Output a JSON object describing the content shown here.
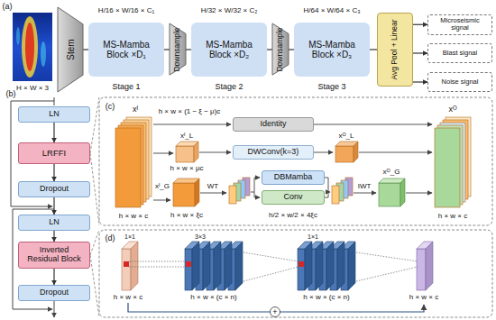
{
  "diagram": {
    "nodes": [
      {
        "text": [
          "Stem"
        ]
      },
      {
        "text": [
          "MS-Mamba Block ×D₁"
        ]
      },
      {
        "text": [
          "Downsample"
        ]
      },
      {
        "text": [
          "MS-Mamba Block ×D₂"
        ]
      },
      {
        "text": [
          "Downsample"
        ]
      },
      {
        "text": [
          "MS-Mamba Block ×D₃"
        ]
      },
      {
        "text": [
          "Avg Pool + Linear"
        ]
      },
      {
        "text": [
          "Microseismic signal"
        ]
      },
      {
        "text": [
          "Blast signal"
        ]
      },
      {
        "text": [
          "Noise signal"
        ]
      },
      {
        "text": [
          "LN"
        ]
      },
      {
        "text": [
          "LRFFI"
        ]
      },
      {
        "text": [
          "Dropout"
        ]
      },
      {
        "text": [
          "LN"
        ]
      },
      {
        "text": [
          "Inverted Residual Block"
        ]
      },
      {
        "text": [
          "Dropout"
        ]
      },
      {
        "text": [
          "Identity"
        ]
      },
      {
        "text": [
          "DWConv(k=3)"
        ]
      },
      {
        "text": [
          "DBMamba"
        ]
      },
      {
        "text": [
          "Conv"
        ]
      }
    ],
    "edges": [
      {
        "from": 0,
        "to": 1,
        "arrow": "none"
      },
      {
        "from": 1,
        "to": 2,
        "arrow": "none"
      },
      {
        "from": 2,
        "to": 3,
        "arrow": "none"
      },
      {
        "from": 3,
        "to": 4,
        "arrow": "none"
      },
      {
        "from": 4,
        "to": 5,
        "arrow": "none"
      },
      {
        "from": 5,
        "to": 6,
        "arrow": "none"
      },
      {
        "from": 6,
        "to": 7,
        "arrow": "to"
      },
      {
        "from": 6,
        "to": 8,
        "arrow": "to"
      },
      {
        "from": 6,
        "to": 9,
        "arrow": "to"
      },
      {
        "from": 10,
        "to": 11,
        "arrow": "to"
      },
      {
        "from": 11,
        "to": 12,
        "arrow": "to"
      },
      {
        "from": 12,
        "to": 13,
        "arrow": "to"
      },
      {
        "from": 13,
        "to": 14,
        "arrow": "to"
      },
      {
        "from": 14,
        "to": 15,
        "arrow": "to"
      }
    ],
    "labels": [
      "(a)",
      "H × W × 3",
      "H/16 × W/16 × C₁",
      "Stage 1",
      "H/32 × W/32 × C₂",
      "Stage 2",
      "H/64 × W/64 × C₃",
      "Stage 3",
      "(b)",
      "(c)",
      "xᴵ",
      "h × w × (1 − ξ − μ)c",
      "xᴵ_L",
      "h × w × μc",
      "xᴼ_L",
      "xᴵ_G",
      "h × w × ξc",
      "WT",
      "h/2 × w/2 × 4ξc",
      "IWT",
      "xᴼ_G",
      "xᴼ",
      "h × w × c",
      "h × w × c",
      "(d)",
      "1×1",
      "3×3",
      "1×1",
      "h × w × c",
      "h × w × (c × n)",
      "h × w × (c × n)",
      "h × w × c",
      "+"
    ]
  }
}
